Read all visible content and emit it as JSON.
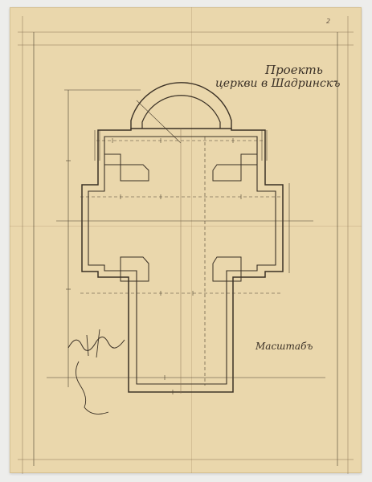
{
  "drawing": {
    "title_line_1": "Проекть",
    "title_line_2": "церкви в Шадринскъ",
    "scale_label": "Масштабъ",
    "corner_number": "2",
    "inventory_note": "",
    "footer_number": ""
  },
  "colors": {
    "paper": "#ead7ac",
    "ink": "#3a3025",
    "background": "#ededeb"
  }
}
